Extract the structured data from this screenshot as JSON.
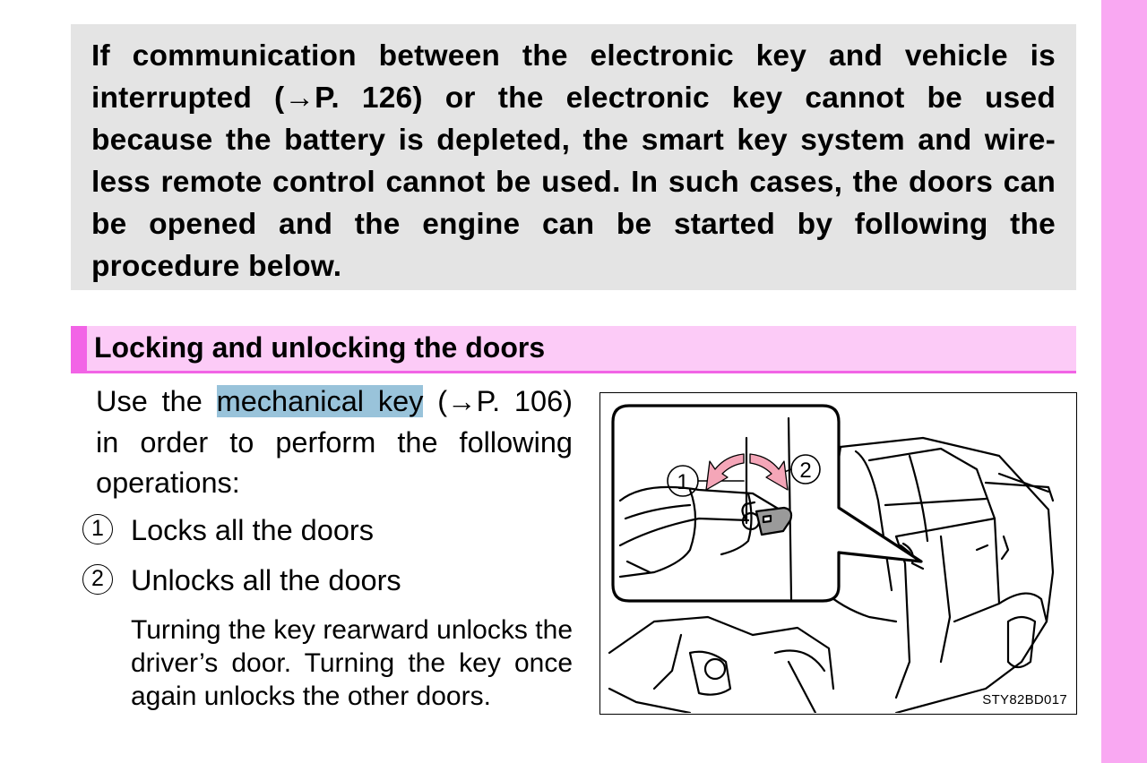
{
  "intro": {
    "text": "If communication between the electronic key and vehicle is interrupted (→P. 126) or the electronic key cannot be used because the battery is depleted, the smart key system and wire-less remote control cannot be used. In such cases, the doors can be opened and the engine can be started by following the procedure below."
  },
  "section": {
    "title": "Locking and unlocking the doors"
  },
  "body": {
    "text_before": "Use the ",
    "highlight": "mechanical key",
    "text_after": " (→P. 106) in order to perform the following operations:"
  },
  "operations": [
    {
      "marker": "1",
      "label": "Locks all the doors"
    },
    {
      "marker": "2",
      "label": "Unlocks all the doors"
    }
  ],
  "note": "Turning the key rearward unlocks the driver’s door. Turning the key once again unlocks the other doors.",
  "figure": {
    "code": "STY82BD017",
    "callout_1": "1",
    "callout_2": "2"
  },
  "colors": {
    "intro_background": "#e4e4e4",
    "section_background": "#fccbf7",
    "section_accent": "#f264e6",
    "highlight": "#99c3da",
    "side_tab": "#f9a8f2",
    "arrow_fill": "#f4a6b8"
  }
}
